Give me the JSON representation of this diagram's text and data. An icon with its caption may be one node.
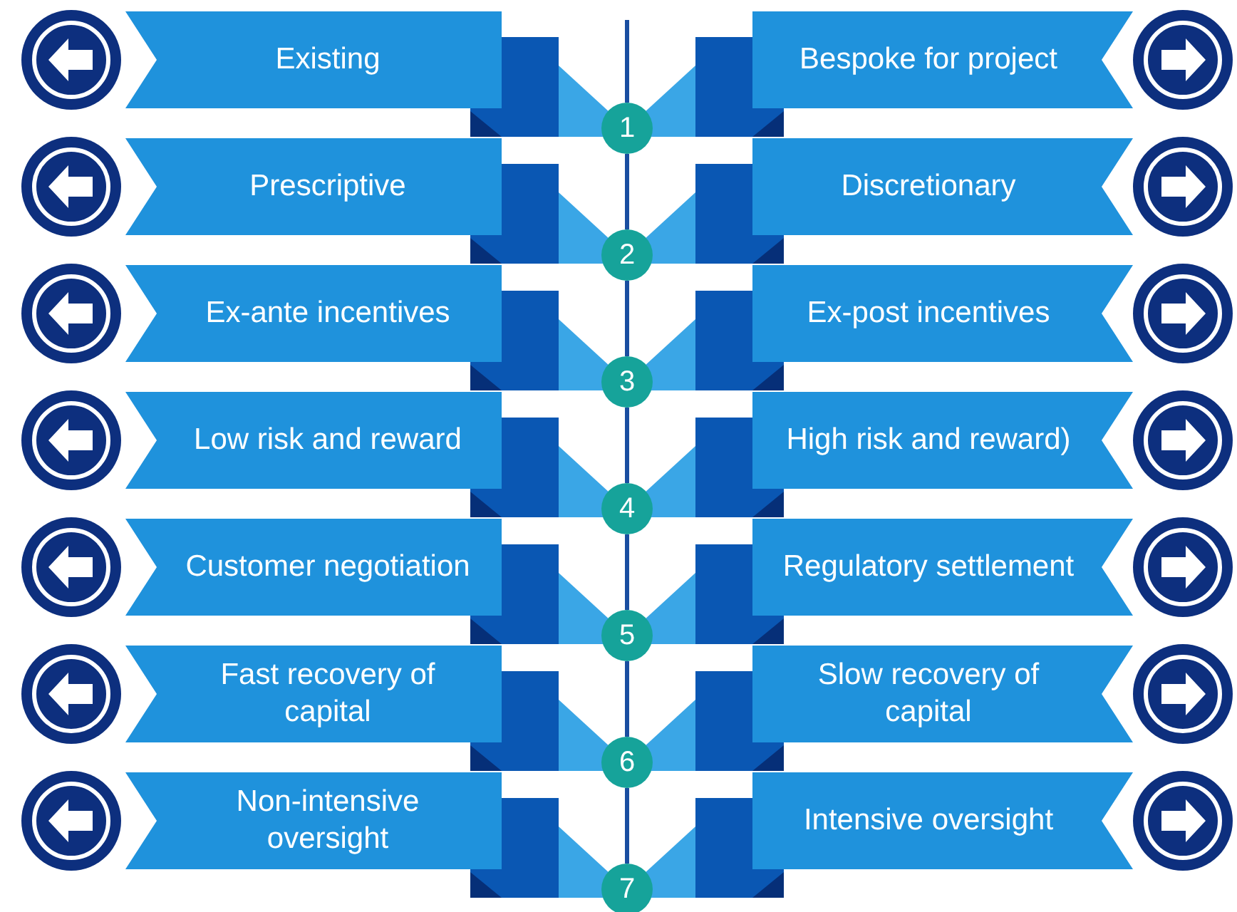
{
  "diagram": {
    "nodes": [
      {
        "text": [
          "Existing"
        ]
      },
      {
        "text": [
          "1"
        ]
      },
      {
        "text": [
          "Bespoke for project"
        ]
      },
      {
        "text": [
          "Prescriptive"
        ]
      },
      {
        "text": [
          "2"
        ]
      },
      {
        "text": [
          "Discretionary"
        ]
      },
      {
        "text": [
          "Ex-ante incentives"
        ]
      },
      {
        "text": [
          "3"
        ]
      },
      {
        "text": [
          "Ex-post incentives"
        ]
      },
      {
        "text": [
          "Low risk and reward"
        ]
      },
      {
        "text": [
          "4"
        ]
      },
      {
        "text": [
          "High risk and reward)"
        ]
      },
      {
        "text": [
          "Customer negotiation"
        ]
      },
      {
        "text": [
          "5"
        ]
      },
      {
        "text": [
          "Regulatory settlement"
        ]
      },
      {
        "text": [
          "Fast recovery of capital"
        ]
      },
      {
        "text": [
          "6"
        ]
      },
      {
        "text": [
          "Slow recovery of capital"
        ]
      },
      {
        "text": [
          "Non-intensive oversight"
        ]
      },
      {
        "text": [
          "7"
        ]
      },
      {
        "text": [
          "Intensive oversight"
        ]
      }
    ],
    "edges": [
      {
        "from": 1,
        "to": 4,
        "arrow": "none"
      },
      {
        "from": 4,
        "to": 7,
        "arrow": "none"
      },
      {
        "from": 7,
        "to": 10,
        "arrow": "none"
      },
      {
        "from": 10,
        "to": 13,
        "arrow": "none"
      },
      {
        "from": 13,
        "to": 16,
        "arrow": "none"
      },
      {
        "from": 16,
        "to": 19,
        "arrow": "none"
      }
    ]
  }
}
